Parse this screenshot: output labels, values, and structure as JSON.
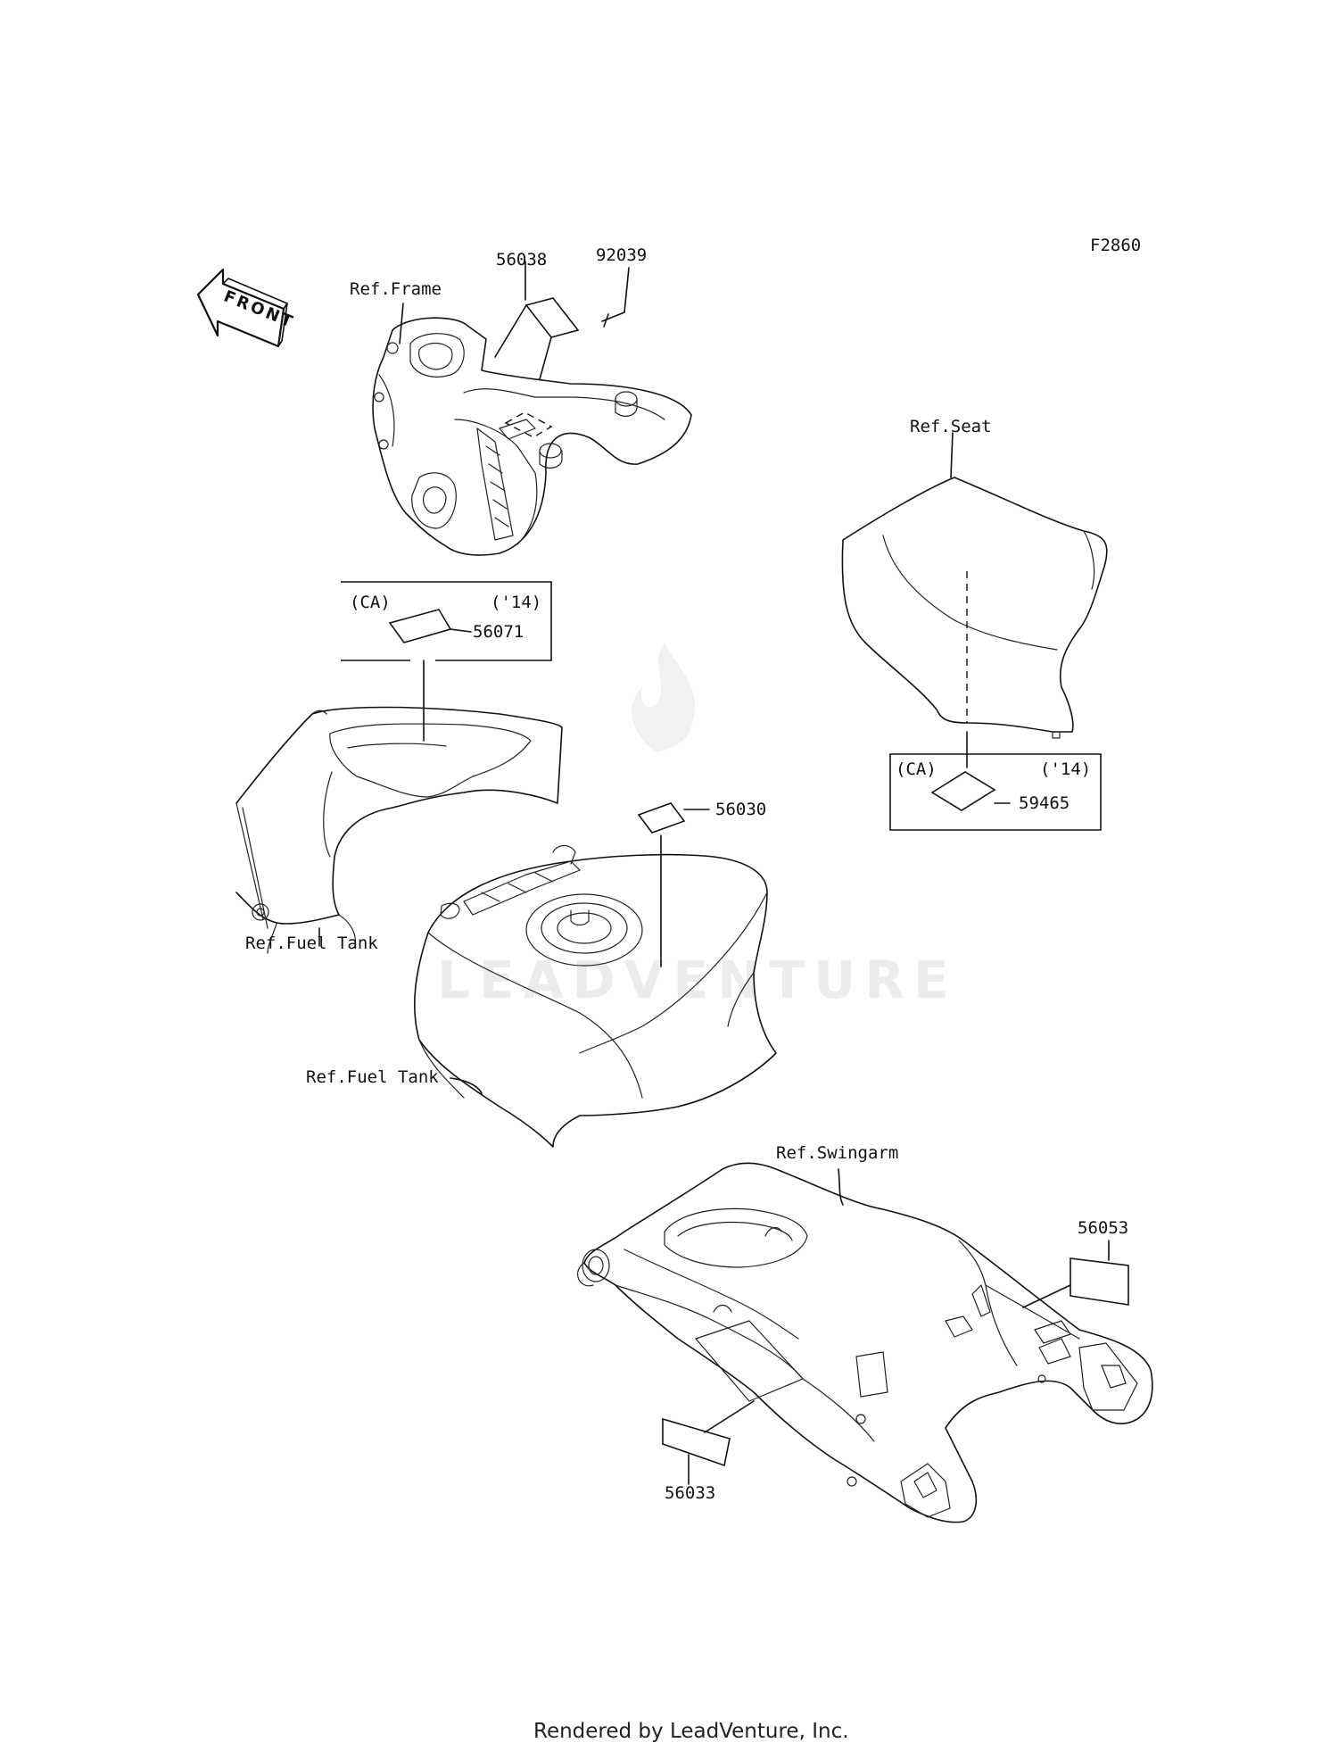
{
  "figure_code": "F2860",
  "front_label": "FRONT",
  "watermark": "LEADVENTURE",
  "footer": "Rendered by LeadVenture, Inc.",
  "references": {
    "frame": "Ref.Frame",
    "seat": "Ref.Seat",
    "fuel_tank_upper": "Ref.Fuel Tank",
    "fuel_tank_lower": "Ref.Fuel Tank",
    "swingarm": "Ref.Swingarm"
  },
  "parts": {
    "p56038": "56038",
    "p92039": "92039",
    "p56071": "56071",
    "p56030": "56030",
    "p59465": "59465",
    "p56053": "56053",
    "p56033": "56033"
  },
  "callout_boxes": {
    "tank_box": {
      "region": "(CA)",
      "year": "('14)"
    },
    "seat_box": {
      "region": "(CA)",
      "year": "('14)"
    }
  }
}
